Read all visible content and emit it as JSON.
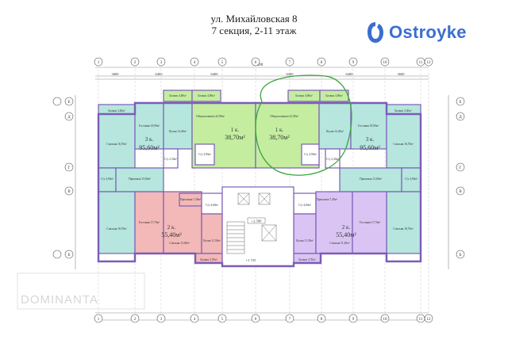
{
  "header": {
    "address": "ул. Михайловская 8",
    "section": "7 секция, 2-11 этаж"
  },
  "brand": {
    "name": "Ostroyke",
    "color": "#3a6fd1",
    "icon": "ostroyke-logo-icon"
  },
  "watermark": "DOMINANTA",
  "axes": {
    "top": [
      "1",
      "2",
      "3",
      "4",
      "5",
      "6",
      "7",
      "8",
      "9",
      "10",
      "11",
      "12"
    ],
    "rows": [
      "Е",
      "Д",
      "Г",
      "В",
      "Б"
    ]
  },
  "dimensions": {
    "total": "33600",
    "segments": [
      "3600",
      "6400",
      "6400",
      "6400",
      "6400",
      "3600"
    ]
  },
  "colors": {
    "one_room": "#c4eda0",
    "two_room": "#f3b8b8",
    "three_room": "#b6e6de",
    "two_room_right": "#d9c4f3",
    "service": "#ffffff",
    "walls": "#7b5cb8"
  },
  "apartments": [
    {
      "rooms": "3 к.",
      "area": "95,60м²",
      "side": "left"
    },
    {
      "rooms": "1 к.",
      "area": "38,70м²",
      "side": "left"
    },
    {
      "rooms": "1 к.",
      "area": "38,70м²",
      "side": "right"
    },
    {
      "rooms": "3 к.",
      "area": "95,60м²",
      "side": "right"
    },
    {
      "rooms": "2 к.",
      "area": "55,40м²",
      "side": "left"
    },
    {
      "rooms": "2 к.",
      "area": "55,40м²",
      "side": "right"
    }
  ],
  "rooms": {
    "balcony1": "Балкон 3,40м²",
    "balcony2": "Балкон 4,00м²",
    "balcony3": "Балкон 4,00м²",
    "balcony4": "Балкон 4,00м²",
    "balcony5": "Балкон 4,00м²",
    "balcony6": "Балкон 3,40м²",
    "living_l": "Гостиная 18,90м²",
    "kitchen_l": "Кухня 14,40м²",
    "common_l": "Общая комната 22,90м²",
    "common_r": "Общая комната 22,90м²",
    "kitchen_r": "Кухня 14,40м²",
    "living_r": "Гостиная 18,90м²",
    "bed_l": "Спальня 16,70м²",
    "bed_r": "Спальня 16,70м²",
    "bath_l1": "С/у 2,30м²",
    "bath_l2": "С/у 4,90м²",
    "bath_r1": "С/у 2,30м²",
    "bath_r2": "С/у 4,90м²",
    "hall_l": "Прихожая 15,60м²",
    "hall_r": "Прихожая 15,60м²",
    "su_l": "С/у 4,90м²",
    "su_r": "С/у 4,90м²",
    "liv2_l": "Гостиная 17,70м²",
    "liv2_r": "Гостиная 17,70м²",
    "bed2_l": "Спальня 18,70м²",
    "bed2_r": "Спальня 18,70м²",
    "hall2_l": "Прихожая 7,40м²",
    "hall2_r": "Прихожая 7,40м²",
    "bath2_l": "С/у 4,60м²",
    "bath2_r": "С/у 4,60м²",
    "kit2_l": "Кухня 11,30м²",
    "kit2_r": "Кухня 11,30м²",
    "sp2_l": "Спальня 13,40м²",
    "sp2_r": "Спальня 11,40м²",
    "balc_bot_l": "Балкон 3,70м²",
    "balc_bot_r": "Балкон 3,70м²"
  },
  "levels": {
    "upper": "+2.500",
    "lower": "+1.725"
  }
}
